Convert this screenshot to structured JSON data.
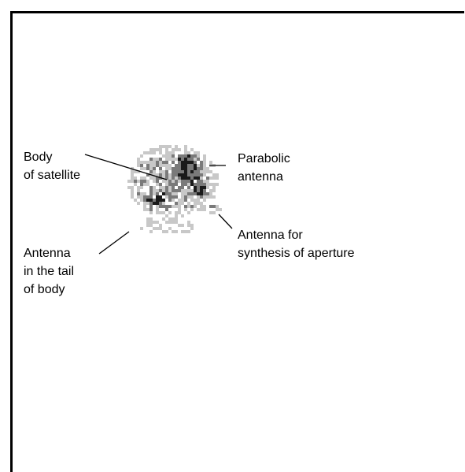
{
  "labels": {
    "body": [
      "Body",
      "of satellite"
    ],
    "parabolic": [
      "Parabolic",
      "antenna"
    ],
    "aperture": [
      "Antenna for",
      "synthesis of aperture"
    ],
    "tail": [
      "Antenna",
      "in the tail",
      "of body"
    ]
  },
  "colors": {
    "frame": "#000000",
    "background": "#ffffff",
    "leader": "#000000",
    "pixel_dark": "#1a1a1a",
    "pixel_mid": "#7a7a7a",
    "pixel_light": "#c8c8c8"
  },
  "image": {
    "subject": "radar-image-of-satellite-icon"
  }
}
